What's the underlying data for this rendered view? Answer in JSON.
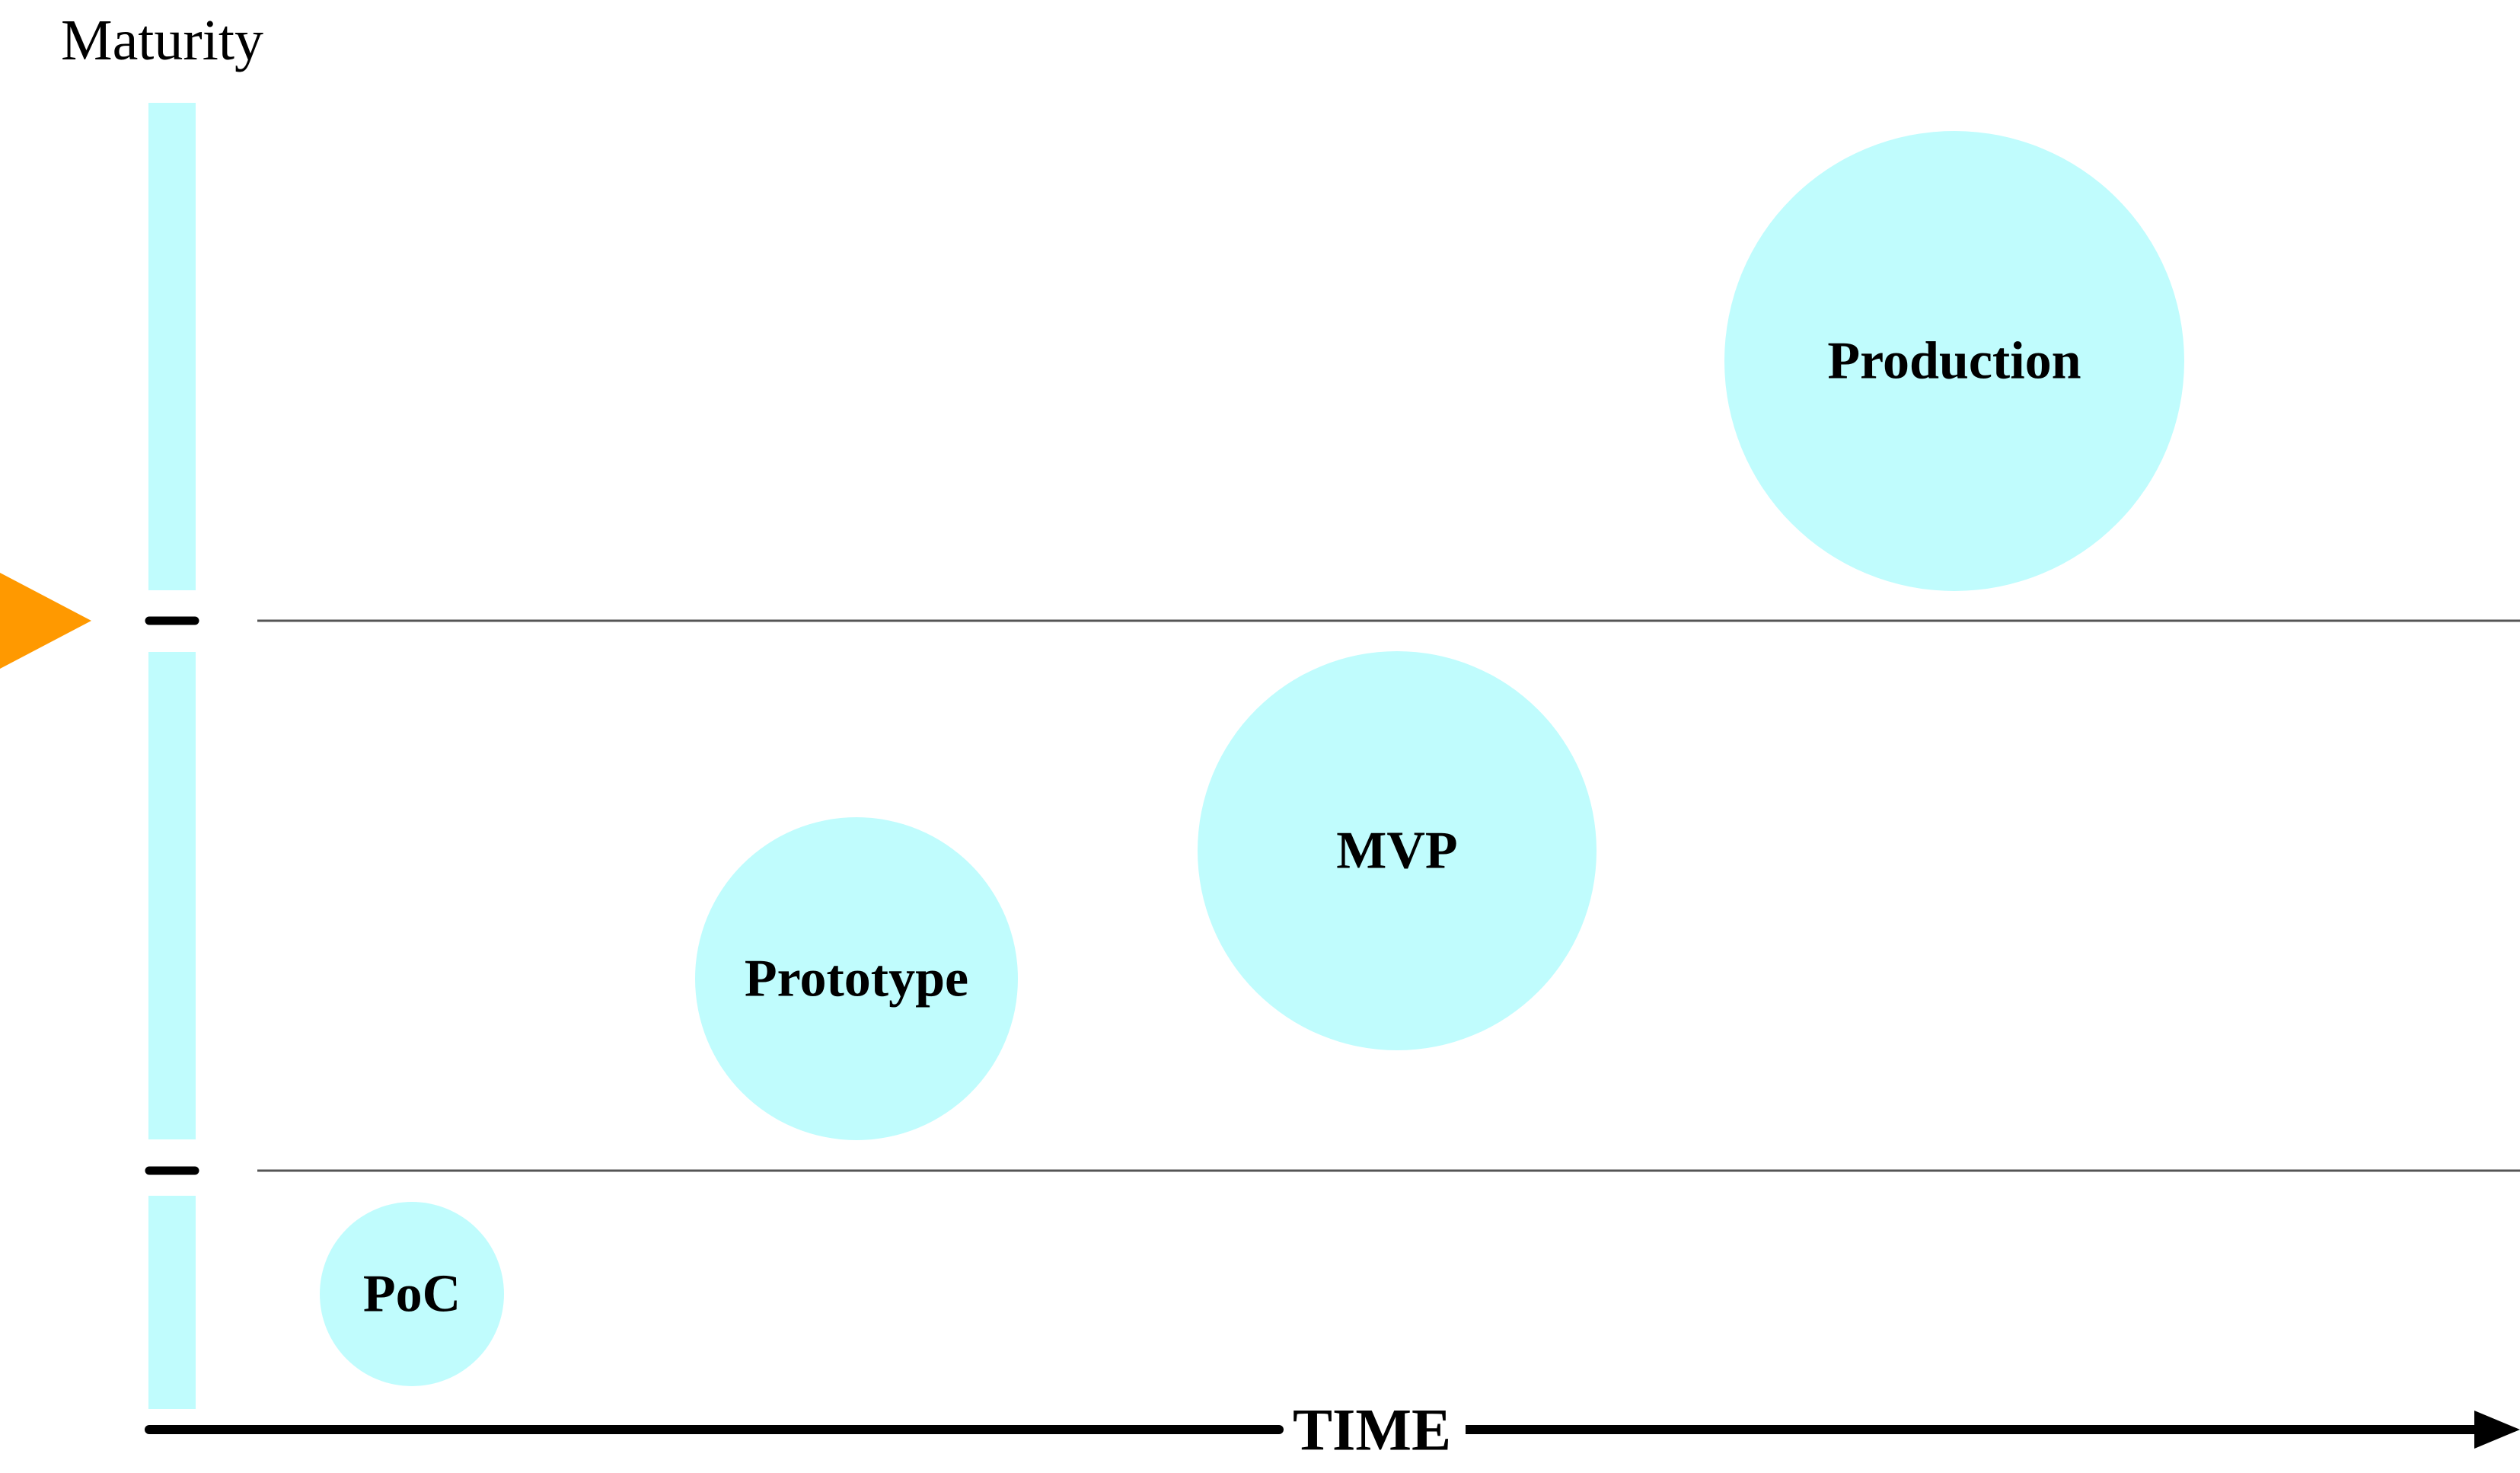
{
  "diagram": {
    "y_axis_label": "Maturity",
    "x_axis_label": "TIME",
    "stages": [
      {
        "label": "PoC"
      },
      {
        "label": "Prototype"
      },
      {
        "label": "MVP"
      },
      {
        "label": "Production"
      }
    ],
    "colors": {
      "bubble": "#c0fcfd",
      "maturity_bar": "#c0fcfd",
      "marker": "#ff9900",
      "divider": "#555555",
      "axis": "#000000"
    }
  }
}
